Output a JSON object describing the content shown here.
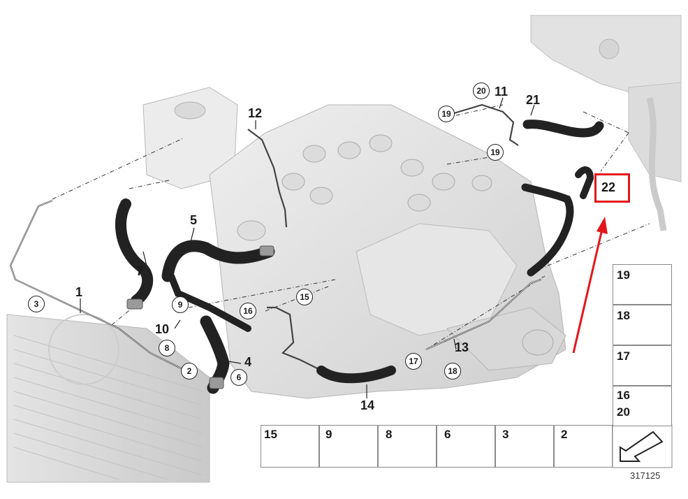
{
  "callouts": {
    "p1": "1",
    "p2": "2",
    "p3": "3",
    "p4": "4",
    "p5": "5",
    "p6": "6",
    "p7": "7",
    "p8": "8",
    "p9": "9",
    "p10": "10",
    "p11": "11",
    "p12": "12",
    "p13": "13",
    "p14": "14",
    "p15": "15",
    "p16": "16",
    "p17": "17",
    "p18": "18",
    "p19a": "19",
    "p19b": "19",
    "p20": "20",
    "p21": "21",
    "p22": "22"
  },
  "side_legend": [
    "19",
    "18",
    "17",
    "16",
    "20"
  ],
  "bottom_legend": [
    "15",
    "9",
    "8",
    "6",
    "3",
    "2"
  ],
  "diagram_number": "317125",
  "highlight_color": "#e3161b"
}
